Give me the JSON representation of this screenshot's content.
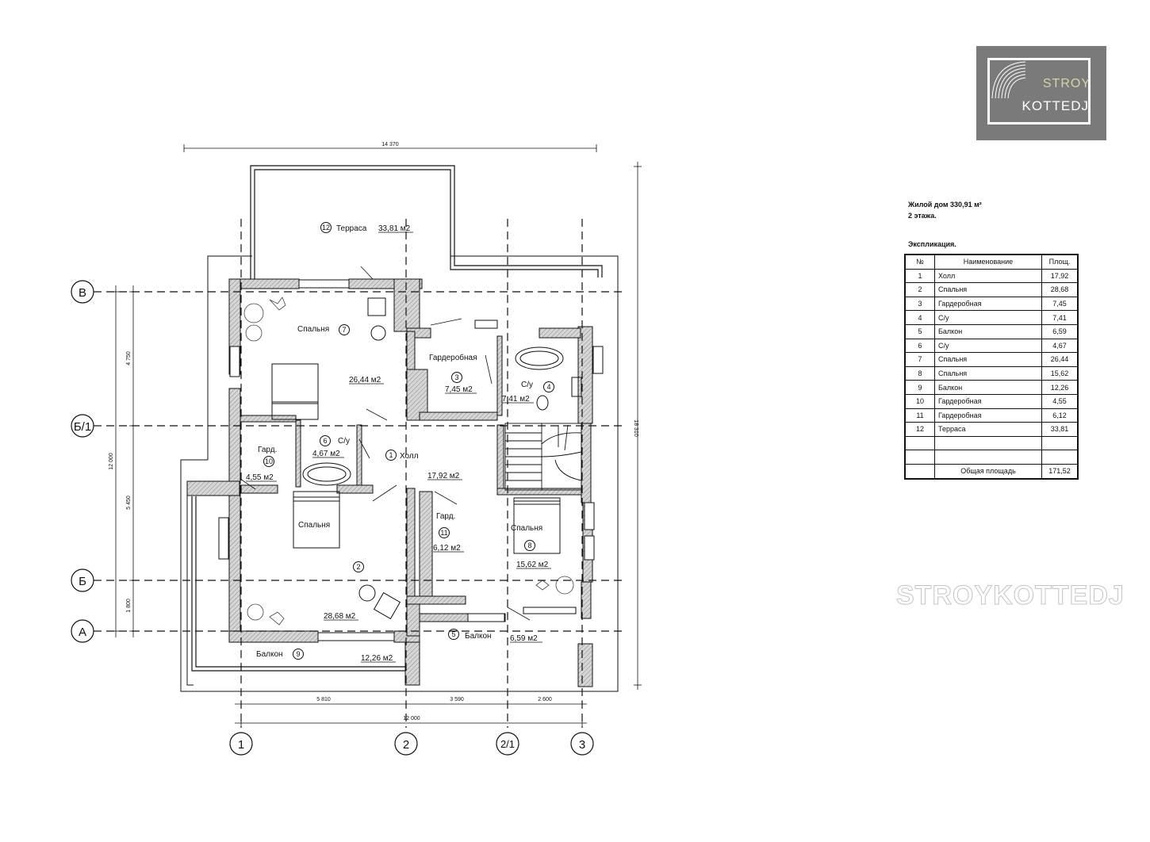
{
  "logo": {
    "top_word": "STROY",
    "bottom_word": "KOTTEDJ"
  },
  "watermark": "STROYKOTTEDJ",
  "info": {
    "house_area": "Жилой дом 330,91 м²",
    "floors": "2 этажа.",
    "explication_title": "Экспликация."
  },
  "explication": {
    "headers": [
      "№",
      "Наименование",
      "Площ."
    ],
    "rows": [
      {
        "num": "1",
        "name": "Холл",
        "area": "17,92"
      },
      {
        "num": "2",
        "name": "Спальня",
        "area": "28,68"
      },
      {
        "num": "3",
        "name": "Гардеробная",
        "area": "7,45"
      },
      {
        "num": "4",
        "name": "С/у",
        "area": "7,41"
      },
      {
        "num": "5",
        "name": "Балкон",
        "area": "6,59"
      },
      {
        "num": "6",
        "name": "С/у",
        "area": "4,67"
      },
      {
        "num": "7",
        "name": "Спальня",
        "area": "26,44"
      },
      {
        "num": "8",
        "name": "Спальня",
        "area": "15,62"
      },
      {
        "num": "9",
        "name": "Балкон",
        "area": "12,26"
      },
      {
        "num": "10",
        "name": "Гардеробная",
        "area": "4,55"
      },
      {
        "num": "11",
        "name": "Гардеробная",
        "area": "6,12"
      },
      {
        "num": "12",
        "name": "Терраса",
        "area": "33,81"
      }
    ],
    "total_label": "Общая площадь",
    "total_value": "171,52"
  },
  "plan": {
    "axes_vertical": [
      "1",
      "2",
      "2/1",
      "3"
    ],
    "axes_horizontal": [
      "В",
      "Б/1",
      "Б",
      "А"
    ],
    "dims_top": "14 370",
    "dims_bottom": [
      "5 810",
      "3 590",
      "2 600"
    ],
    "dims_bottom_total": "12 000",
    "dims_left": [
      "4 750",
      "5 450",
      "1 800"
    ],
    "dims_left_total": "12 000",
    "dims_right_total": "18 310",
    "rooms": {
      "terrace": {
        "num": "12",
        "name": "Терраса",
        "area": "33,81 м2"
      },
      "bedroom7": {
        "num": "7",
        "name": "Спальня",
        "area": "26,44 м2"
      },
      "wardrobe3": {
        "num": "3",
        "name": "Гардеробная",
        "area": "7,45 м2"
      },
      "wc4": {
        "num": "4",
        "name": "С/у",
        "area": "7,41 м2"
      },
      "wc6": {
        "num": "6",
        "name": "С/у",
        "area": "4,67 м2"
      },
      "gard10": {
        "num": "10",
        "name": "Гард.",
        "area": "4,55 м2"
      },
      "hall1": {
        "num": "1",
        "name": "Холл",
        "area": "17,92 м2"
      },
      "bedroom2": {
        "num": "2",
        "name": "Спальня",
        "area": "28,68 м2"
      },
      "gard11": {
        "num": "11",
        "name": "Гард.",
        "area": "6,12 м2"
      },
      "bedroom8": {
        "num": "8",
        "name": "Спальня",
        "area": "15,62 м2"
      },
      "balcony5": {
        "num": "5",
        "name": "Балкон",
        "area": "6,59 м2"
      },
      "balcony9": {
        "num": "9",
        "name": "Балкон",
        "area": "12,26 м2"
      }
    }
  }
}
